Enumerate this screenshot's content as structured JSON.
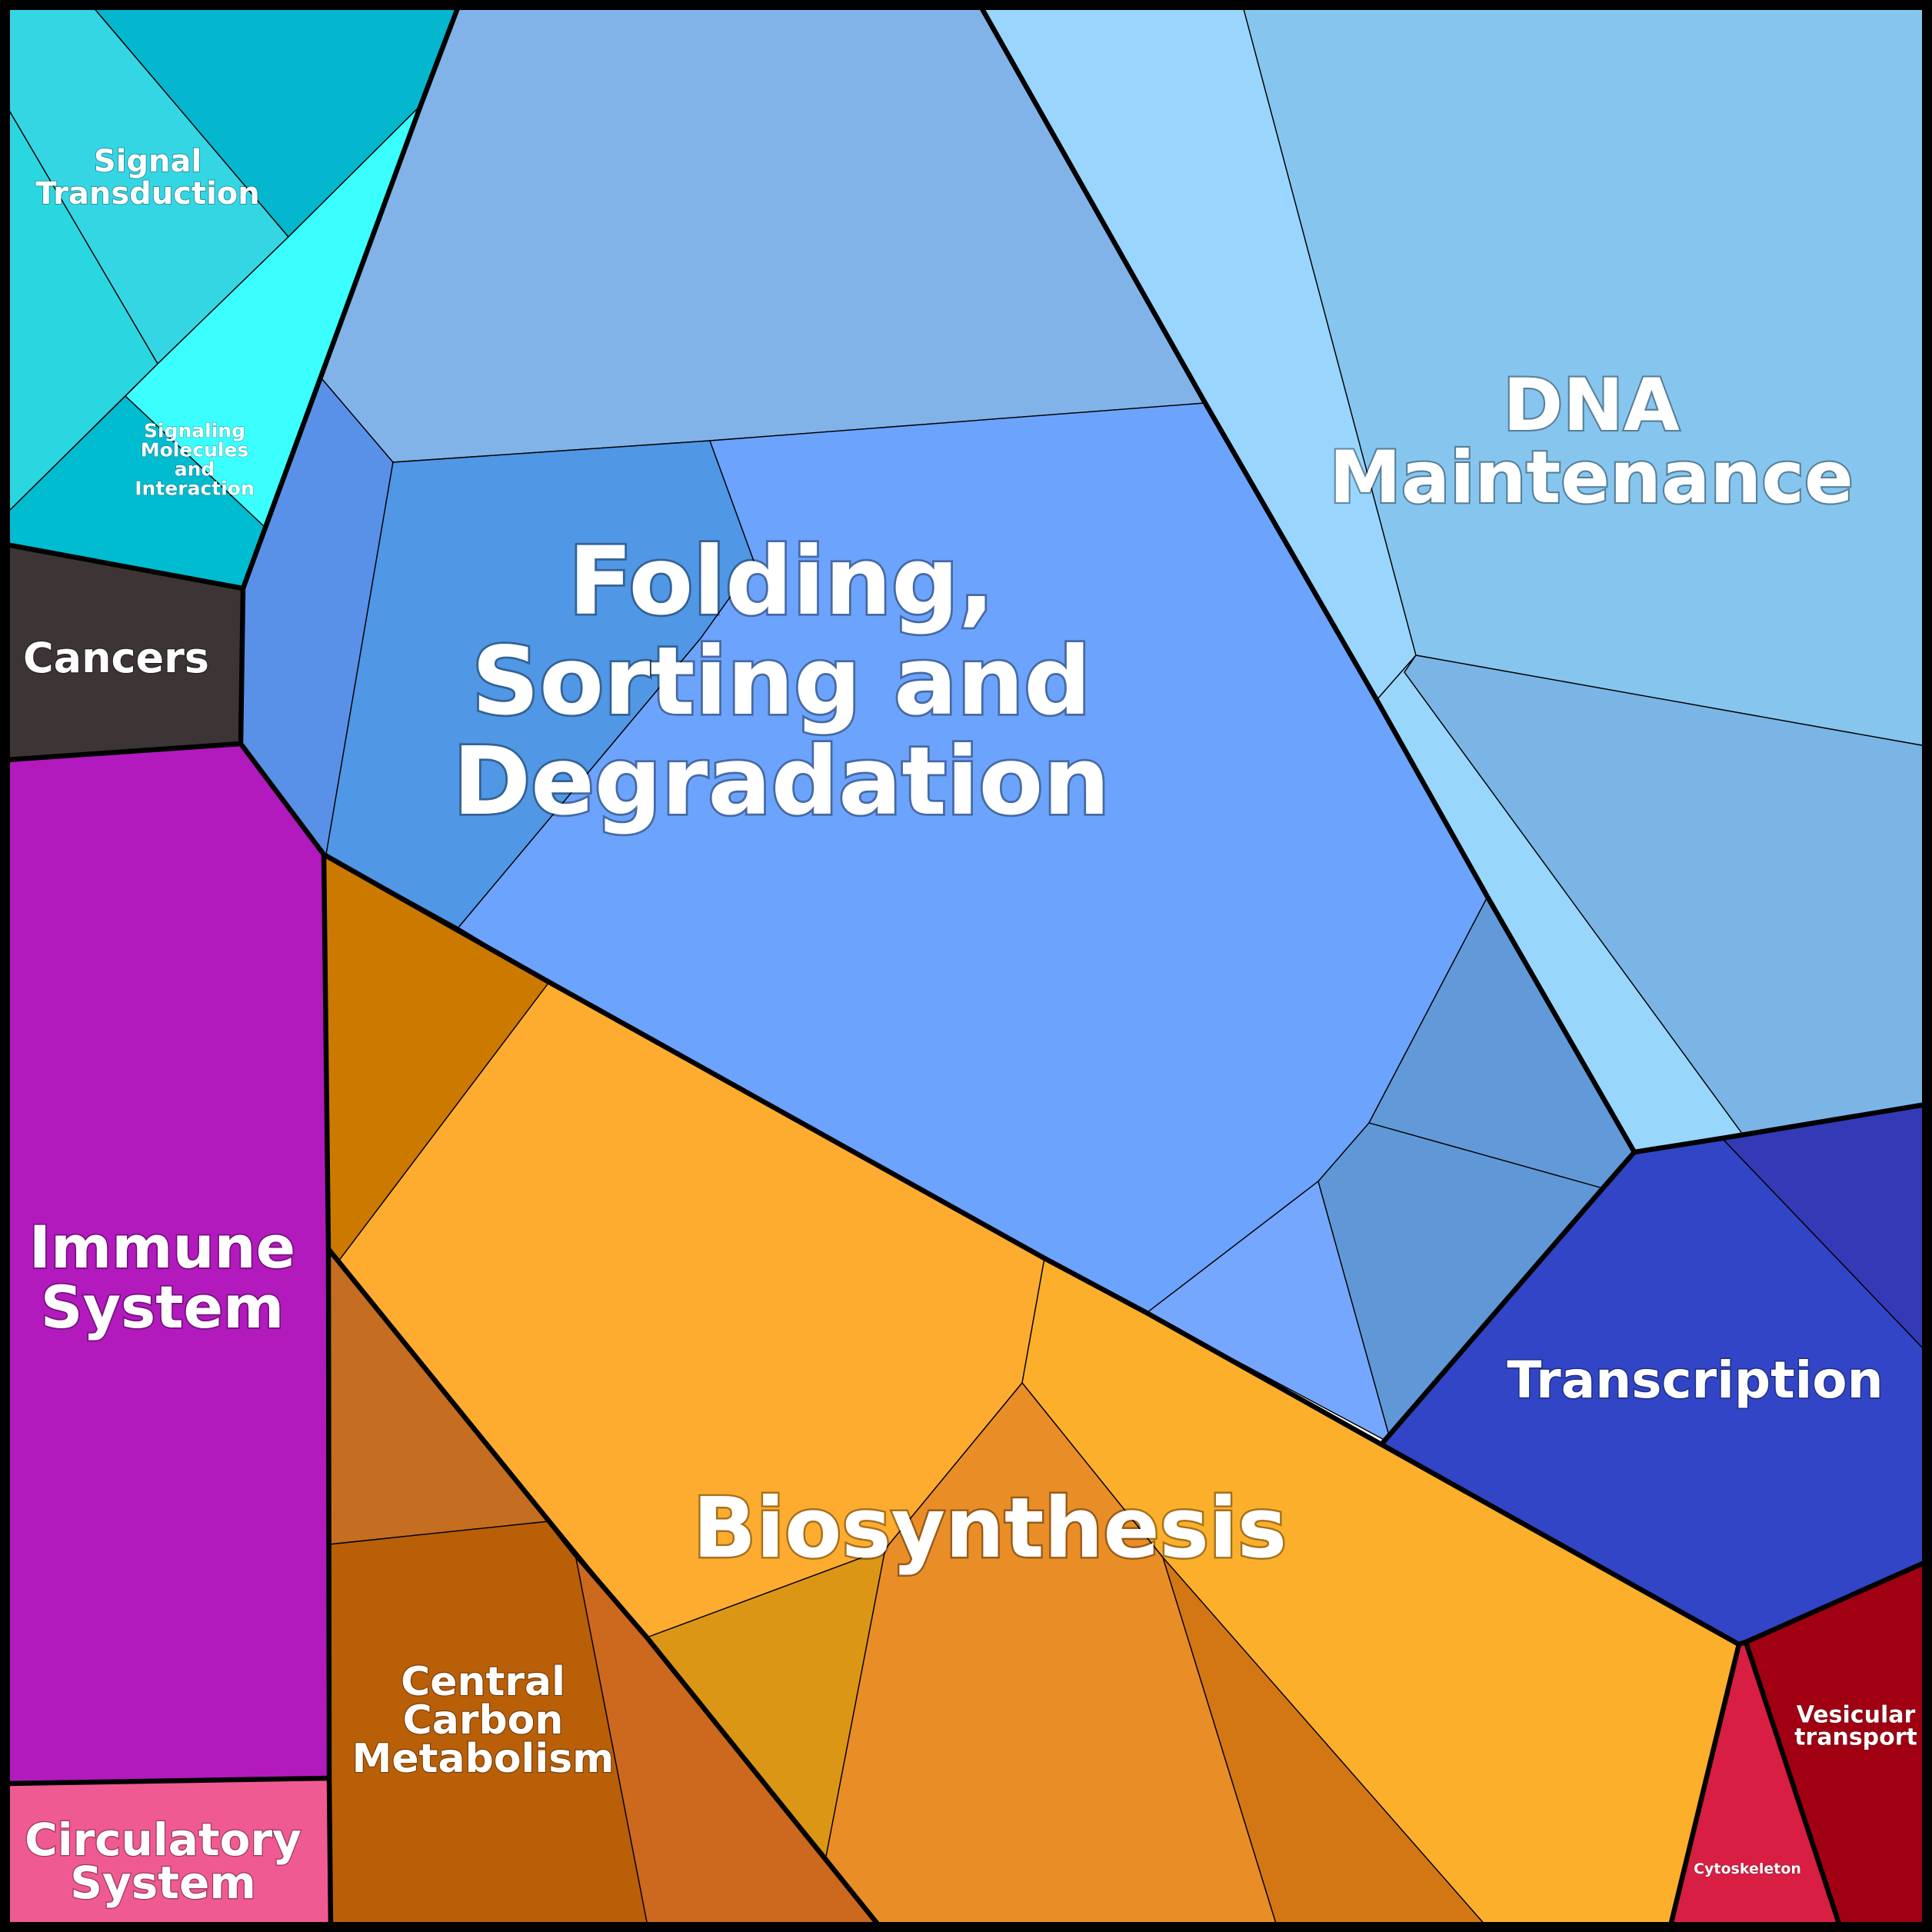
{
  "groups": [
    {
      "id": "signal-transduction",
      "label": "Signal Transduction",
      "lines": [
        "Signal",
        "Transduction"
      ],
      "color": "#35D6E4"
    },
    {
      "id": "signaling-molecules",
      "label": "Signaling Molecules and Interaction",
      "lines": [
        "Signaling",
        "Molecules",
        "and",
        "Interaction"
      ],
      "color": "#3BFFFF"
    },
    {
      "id": "cancers",
      "label": "Cancers",
      "lines": [
        "Cancers"
      ],
      "color": "#3D3435"
    },
    {
      "id": "immune-system",
      "label": "Immune System",
      "lines": [
        "Immune",
        "System"
      ],
      "color": "#B21ABE"
    },
    {
      "id": "circulatory-system",
      "label": "Circulatory System",
      "lines": [
        "Circulatory",
        "System"
      ],
      "color": "#F05A92"
    },
    {
      "id": "folding-sorting-degradation",
      "label": "Folding, Sorting and Degradation",
      "lines": [
        "Folding,",
        "Sorting and",
        "Degradation"
      ],
      "color": "#6CA3FC"
    },
    {
      "id": "dna-maintenance",
      "label": "DNA Maintenance",
      "lines": [
        "DNA",
        "Maintenance"
      ],
      "color": "#86C5EE"
    },
    {
      "id": "transcription",
      "label": "Transcription",
      "lines": [
        "Transcription"
      ],
      "color": "#3145C6"
    },
    {
      "id": "biosynthesis",
      "label": "Biosynthesis",
      "lines": [
        "Biosynthesis"
      ],
      "color": "#FDAD2F"
    },
    {
      "id": "central-carbon-metabolism",
      "label": "Central Carbon Metabolism",
      "lines": [
        "Central",
        "Carbon",
        "Metabolism"
      ],
      "color": "#B85F08"
    },
    {
      "id": "cytoskeleton",
      "label": "Cytoskeleton",
      "lines": [
        "Cytoskeleton"
      ],
      "color": "#D81E42"
    },
    {
      "id": "vesicular-transport",
      "label": "Vesicular transport",
      "lines": [
        "Vesicular",
        "transport"
      ],
      "color": "#A10012"
    }
  ]
}
